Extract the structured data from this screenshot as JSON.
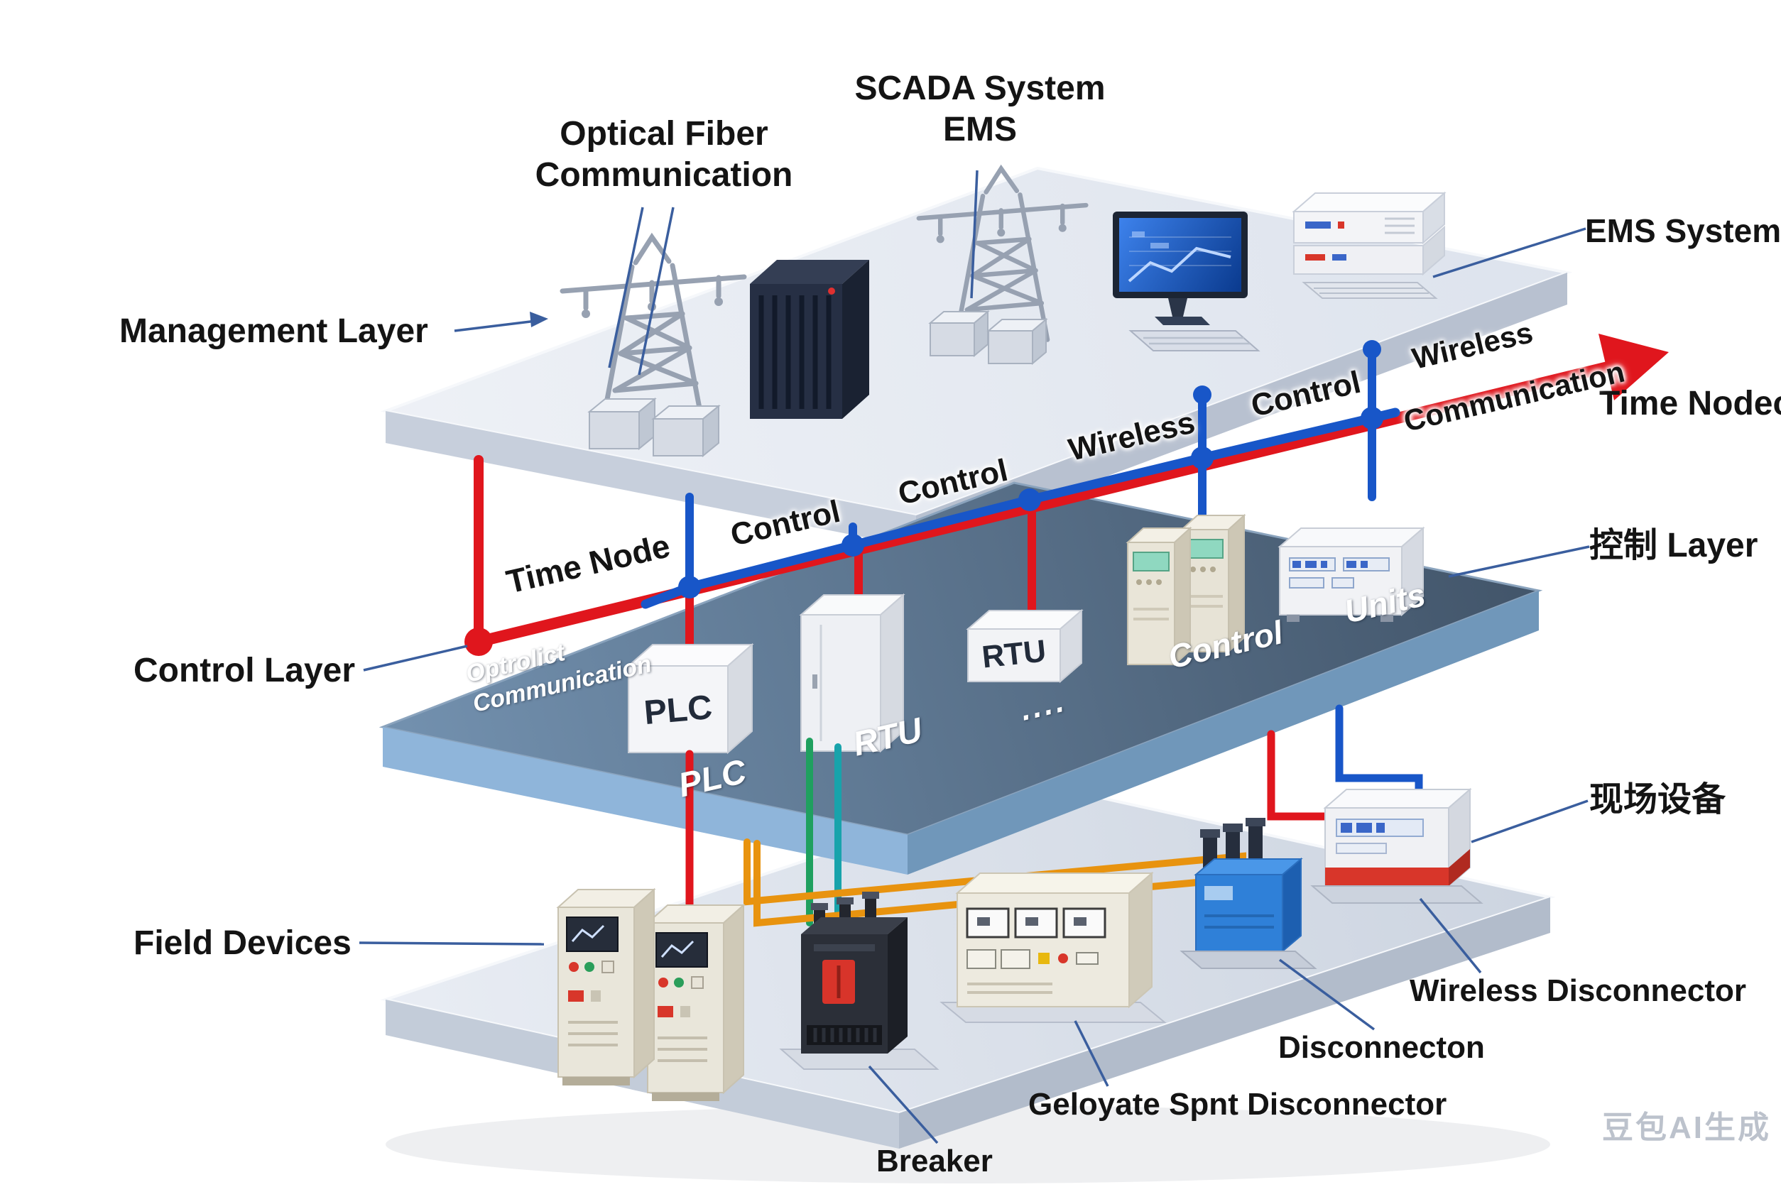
{
  "diagram": {
    "description": "Isometric three-layer SCADA/EMS industrial control architecture",
    "watermark": "豆包AI生成"
  },
  "colors": {
    "red": "#e0161d",
    "blue": "#1856c8",
    "orange": "#e8930f",
    "green": "#1fa05f",
    "teal": "#18a3ab",
    "leader": "#3a5e9e",
    "text": "#141414",
    "platform_text": "#ffffff",
    "watermark": "#bcc2cc"
  },
  "labels": {
    "management_layer": "Management Layer",
    "optical_fiber_1": "Optical Fiber",
    "optical_fiber_2": "Communication",
    "scada_1": "SCADA System",
    "scada_2": "EMS",
    "ems_system": "EMS System",
    "time_nodec": "Time Nodec",
    "wireless_comm_1": "Wireless",
    "wireless_comm_2": "Communication",
    "control_top": "Control",
    "wireless_mid": "Wireless",
    "control_mid": "Control",
    "control_low": "Control",
    "time_node": "Time Node",
    "control_layer": "Control Layer",
    "control_layer_cn": "控制 Layer",
    "field_devices": "Field Devices",
    "field_devices_cn": "现场设备",
    "wireless_disconnector": "Wireless Disconnector",
    "disconnecton": "Disconnecton",
    "geloyate": "Geloyate Spnt Disconnector",
    "breaker": "Breaker"
  },
  "platform_texts": {
    "optical_comm_1": "Optrolict",
    "optical_comm_2": "Communication",
    "plc": "PLC",
    "rtu": "RTU",
    "control": "Control",
    "units": "Units",
    "dots": "...."
  },
  "device_texts": {
    "plc": "PLC",
    "rtu": "RTU"
  },
  "icons": {
    "management_layer": [
      "transmission-tower",
      "server-rack",
      "transmission-tower",
      "scada-monitor",
      "ems-server-stack"
    ],
    "control_layer": [
      "plc-box",
      "rtu-cabinet",
      "rtu-box",
      "control-cabinets",
      "units-box"
    ],
    "field_layer": [
      "control-cabinet",
      "control-cabinet",
      "breaker",
      "relay-panel",
      "disconnector",
      "wireless-disconnector"
    ]
  }
}
